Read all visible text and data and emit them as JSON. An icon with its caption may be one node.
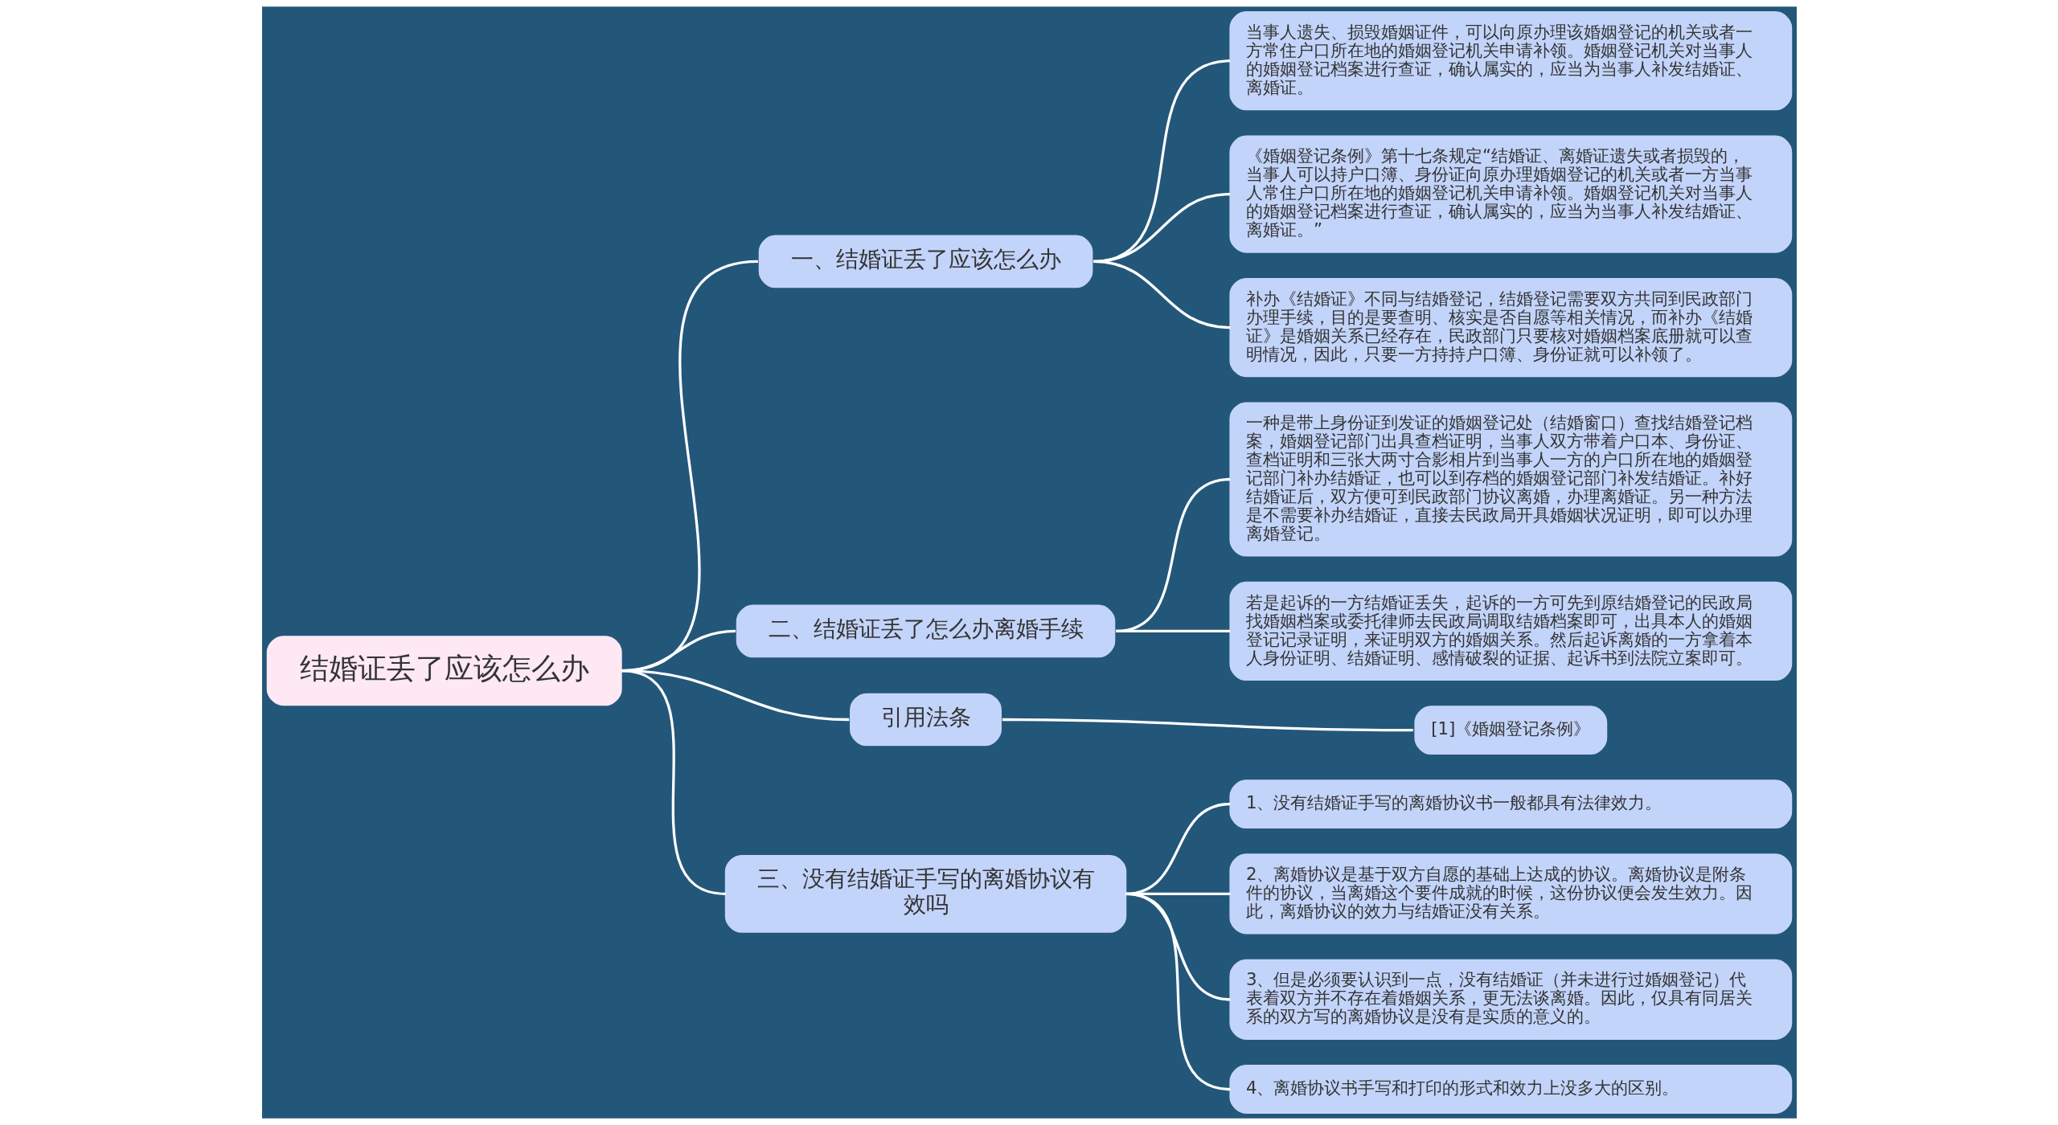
{
  "diagram": {
    "nodes": [
      {
        "text": [
          "结婚证丢了应该怎么办"
        ]
      },
      {
        "text": [
          "一、结婚证丢了应该怎么办"
        ]
      },
      {
        "text": [
          "当事人遗失、损毁婚姻证件，可以向原办理该婚姻登记的机关或者一方常住户口所在地的婚姻登记机关申请补领。婚姻登记机关对当事人的婚姻登记档案进行查证，确认属实的，应当为当事人补发结婚证、离婚证。"
        ]
      },
      {
        "text": [
          "《婚姻登记条例》第十七条规定“结婚证、离婚证遗失或者损毁的，当事人可以持户口簿、身份证向原办理婚姻登记的机关或者一方当事人常住户口所在地的婚姻登记机关申请补领。婚姻登记机关对当事人的婚姻登记档案进行查证，确认属实的，应当为当事人补发结婚证、离婚证。”"
        ]
      },
      {
        "text": [
          "补办《结婚证》不同与结婚登记，结婚登记需要双方共同到民政部门办理手续，目的是要查明、核实是否自愿等相关情况，而补办《结婚证》是婚姻关系已经存在，民政部门只要核对婚姻档案底册就可以查明情况，因此，只要一方持持户口簿、身份证就可以补领了。"
        ]
      },
      {
        "text": [
          "二、结婚证丢了怎么办离婚手续"
        ]
      },
      {
        "text": [
          "一种是带上身份证到发证的婚姻登记处（结婚窗口）查找结婚登记档案，婚姻登记部门出具查档证明，当事人双方带着户口本、身份证、查档证明和三张大两寸合影相片到当事人一方的户口所在地的婚姻登记部门补办结婚证，也可以到存档的婚姻登记部门补发结婚证。补好结婚证后，双方便可到民政部门协议离婚，办理离婚证。另一种方法是不需要补办结婚证，直接去民政局开具婚姻状况证明，即可以办理离婚登记。"
        ]
      },
      {
        "text": [
          "若是起诉的一方结婚证丢失，起诉的一方可先到原结婚登记的民政局找婚姻档案或委托律师去民政局调取结婚档案即可，出具本人的婚姻登记记录证明，来证明双方的婚姻关系。然后起诉离婚的一方拿着本人身份证明、结婚证明、感情破裂的证据、起诉书到法院立案即可。"
        ]
      },
      {
        "text": [
          "引用法条"
        ]
      },
      {
        "text": [
          "[1]《婚姻登记条例》"
        ]
      },
      {
        "text": [
          "三、没有结婚证手写的离婚协议有效吗"
        ]
      },
      {
        "text": [
          "1、没有结婚证手写的离婚协议书一般都具有法律效力。"
        ]
      },
      {
        "text": [
          "2、离婚协议是基于双方自愿的基础上达成的协议。离婚协议是附条件的协议，当离婚这个要件成就的时候，这份协议便会发生效力。因此，离婚协议的效力与结婚证没有关系。"
        ]
      },
      {
        "text": [
          "3、但是必须要认识到一点，没有结婚证（并未进行过婚姻登记）代表着双方并不存在着婚姻关系，更无法谈离婚。因此，仅具有同居关系的双方写的离婚协议是没有是实质的意义的。"
        ]
      },
      {
        "text": [
          "4、离婚协议书手写和打印的形式和效力上没多大的区别。"
        ]
      }
    ],
    "edges": [
      {
        "from": 0,
        "to": 1,
        "arrow": "none"
      },
      {
        "from": 1,
        "to": 2,
        "arrow": "none"
      },
      {
        "from": 1,
        "to": 3,
        "arrow": "none"
      },
      {
        "from": 1,
        "to": 4,
        "arrow": "none"
      },
      {
        "from": 0,
        "to": 5,
        "arrow": "none"
      },
      {
        "from": 5,
        "to": 6,
        "arrow": "none"
      },
      {
        "from": 5,
        "to": 7,
        "arrow": "none"
      },
      {
        "from": 0,
        "to": 8,
        "arrow": "none"
      },
      {
        "from": 8,
        "to": 9,
        "arrow": "none"
      },
      {
        "from": 0,
        "to": 10,
        "arrow": "none"
      },
      {
        "from": 10,
        "to": 11,
        "arrow": "none"
      },
      {
        "from": 10,
        "to": 12,
        "arrow": "none"
      },
      {
        "from": 10,
        "to": 13,
        "arrow": "none"
      },
      {
        "from": 10,
        "to": 14,
        "arrow": "none"
      }
    ]
  }
}
